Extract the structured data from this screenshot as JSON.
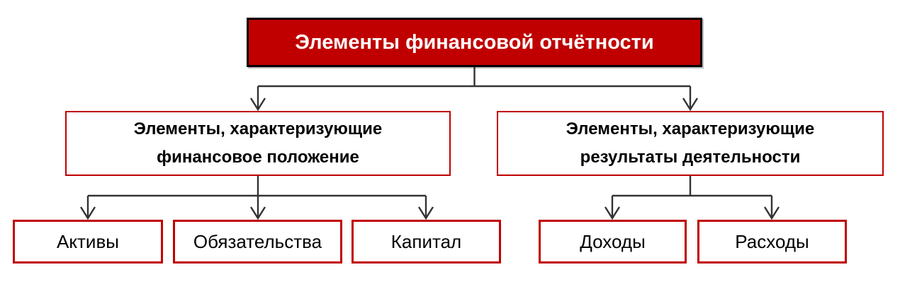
{
  "colors": {
    "accent_red": "#c00000",
    "connector": "#333333",
    "node_border_black": "#000000",
    "text_black": "#000000",
    "title_text": "#ffffff",
    "canvas_bg": "#ffffff"
  },
  "diagram": {
    "title": "Элементы финансовой отчётности",
    "branches": [
      {
        "label_lines": [
          "Элементы, характеризующие",
          "финансовое положение"
        ],
        "children": [
          {
            "label": "Активы"
          },
          {
            "label": "Обязательства"
          },
          {
            "label": "Капитал"
          }
        ]
      },
      {
        "label_lines": [
          "Элементы, характеризующие",
          "результаты деятельности"
        ],
        "children": [
          {
            "label": "Доходы"
          },
          {
            "label": "Расходы"
          }
        ]
      }
    ]
  }
}
